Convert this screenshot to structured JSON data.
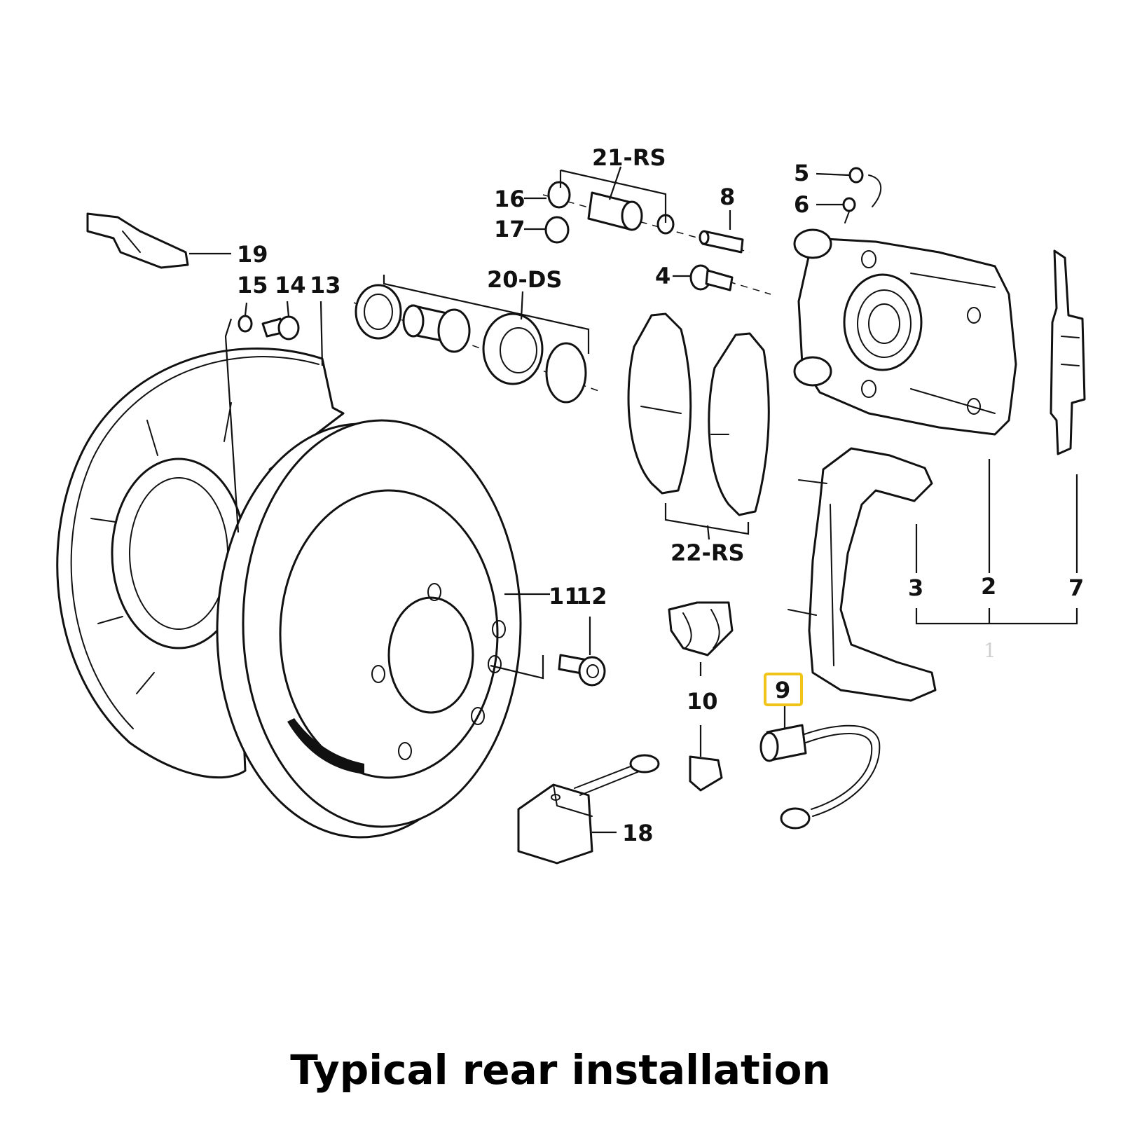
{
  "caption": "Typical rear installation",
  "highlight_color": "#f0c419",
  "labels": {
    "p1": "1",
    "p2": "2",
    "p3": "3",
    "p4": "4",
    "p5": "5",
    "p6": "6",
    "p7": "7",
    "p8": "8",
    "p9": "9",
    "p10": "10",
    "p11": "11",
    "p12": "12",
    "p13": "13",
    "p14": "14",
    "p15": "15",
    "p16": "16",
    "p17": "17",
    "p18": "18",
    "p19": "19",
    "p20": "20-DS",
    "p21": "21-RS",
    "p22": "22-RS"
  }
}
